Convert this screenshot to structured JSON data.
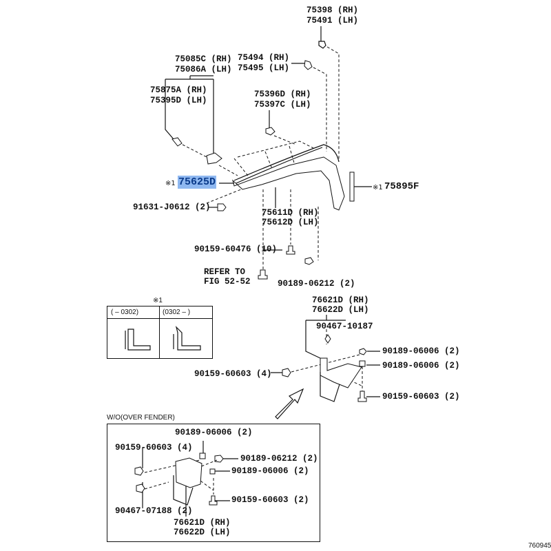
{
  "diagram_id": "760945",
  "highlight_color": "#8fb8f0",
  "note_mark": "※1",
  "parts": {
    "p75398": [
      "75398 (RH)",
      "75491 (LH)"
    ],
    "p75085": [
      "75085C (RH)",
      "75086A (LH)"
    ],
    "p75494": [
      "75494 (RH)",
      "75495 (LH)"
    ],
    "p75875": [
      "75875A (RH)",
      "75395D (LH)"
    ],
    "p75396": [
      "75396D (RH)",
      "75397C (LH)"
    ],
    "p75625": "75625D",
    "p75895": "75895F",
    "p91631": "91631-J0612 (2)",
    "p75611": [
      "75611D (RH)",
      "75612D (LH)"
    ],
    "p90159_60476": "90159-60476 (10)",
    "refer": [
      "REFER TO",
      "FIG 52-52"
    ],
    "p90189_06212": "90189-06212 (2)",
    "p76621": [
      "76621D (RH)",
      "76622D (LH)"
    ],
    "p90467_10187": "90467-10187",
    "p90189_06006_a": "90189-06006 (2)",
    "p90189_06006_b": "90189-06006 (2)",
    "p90159_60603_4": "90159-60603 (4)",
    "p90159_60603_2": "90159-60603 (2)"
  },
  "note_table": {
    "mark": "※1",
    "columns": [
      "(    – 0302)",
      "(0302 –     )"
    ]
  },
  "inset": {
    "title": "W/O(OVER FENDER)",
    "labels": {
      "a": "90189-06006 (2)",
      "b": "90159-60603 (4)",
      "c": "90189-06212 (2)",
      "d": "90189-06006 (2)",
      "e": "90159-60603 (2)",
      "f": "90467-07188 (2)",
      "g": [
        "76621D (RH)",
        "76622D (LH)"
      ]
    }
  }
}
